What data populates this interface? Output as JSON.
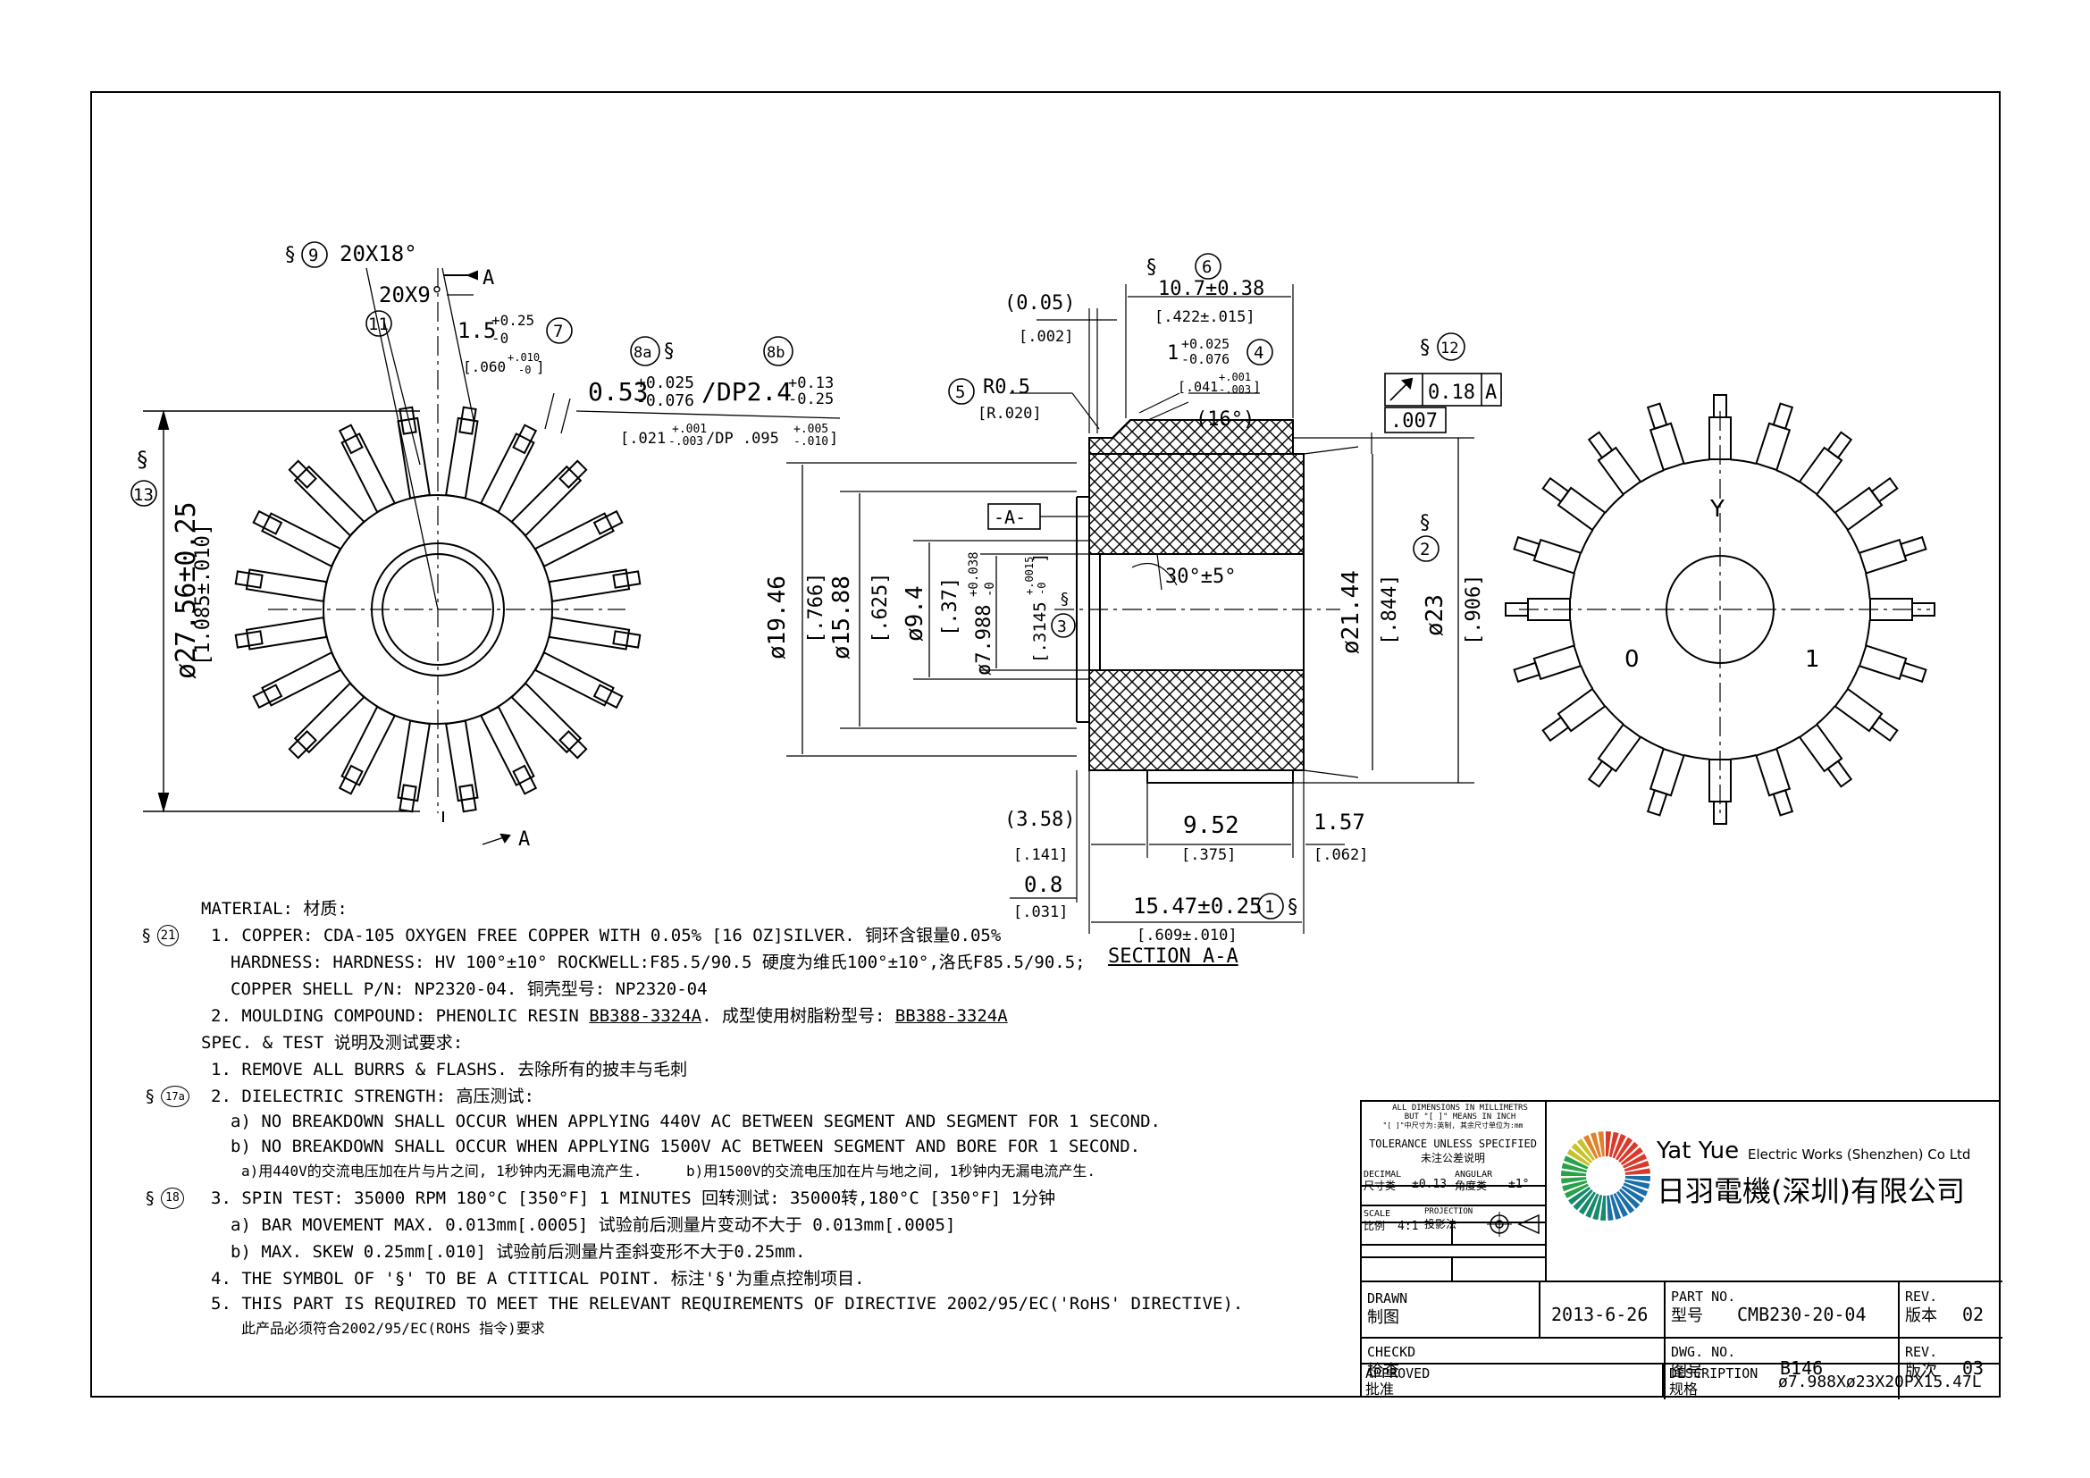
{
  "views": {
    "left": {
      "dia": "ø27.56±0.25",
      "dia_in": "[1.085±.010]",
      "sec13": "§",
      "c13": "13",
      "sec9": "§",
      "c9": "9",
      "c9_text": "20X18°",
      "c11": "11",
      "c11_text": "20X9°",
      "c7_val": "1.5",
      "c7_tol_up": "+0.25",
      "c7_tol_dn": "-0",
      "c7_in": "[.060",
      "c7_in_tol": "+.010",
      "c7_in_tol_dn": "-0",
      "c7_in_close": "]",
      "c7": "7",
      "cut_a_top": "A",
      "cut_a_bot": "A",
      "c8a": "8a",
      "c8a_sec": "§",
      "c8b": "8b",
      "slot_val": "0.53",
      "slot_up": "+0.025",
      "slot_dn": "-0.076",
      "slot_dp": "/DP2.4",
      "dp_up": "+0.13",
      "dp_dn": "-0.25",
      "slot_in": "[.021",
      "slot_in_up": "+.001",
      "slot_in_dn": "-.003",
      "slot_in_dp": "/DP  .095",
      "dp_in_up": "+.005",
      "dp_in_dn": "-.010",
      "slot_in_close": "]"
    },
    "section": {
      "title": "SECTION  A-A",
      "c6_sec": "§",
      "c6": "6",
      "len": "10.7±0.38",
      "len_in": "[.422±.015]",
      "gap": "(0.05)",
      "gap_in": "[.002]",
      "c4_val": "1",
      "c4_up": "+0.025",
      "c4_dn": "-0.076",
      "c4": "4",
      "c4_in": "[.041",
      "c4_in_up": "+.001",
      "c4_in_dn": "-.003",
      "c4_in_close": "]",
      "angle16": "(16°)",
      "c5": "5",
      "r05": "R0.5",
      "r05_in": "[R.020]",
      "datum": "-A-",
      "d1946": "ø19.46",
      "d1946_in": "[.766]",
      "d1588": "ø15.88",
      "d1588_in": "[.625]",
      "d94": "ø9.4",
      "d94_in": "[.37]",
      "bore": "ø7.988",
      "bore_up": "+0.038",
      "bore_dn": "-0",
      "bore_in": "[.3145",
      "bore_in_up": "+.0015",
      "bore_in_dn": "-0",
      "bore_in_close": "]",
      "c3": "3",
      "c3_sec": "§",
      "angle30": "30°±5°",
      "d2144": "ø21.44",
      "d2144_in": "[.844]",
      "d23": "ø23",
      "d23_in": "[.906]",
      "c2_sec": "§",
      "c2": "2",
      "c12_sec": "§",
      "c12": "12",
      "runout_tol": "0.18",
      "runout_ref": "A",
      "runout_in": ".007",
      "l358": "(3.58)",
      "l358_in": "[.141]",
      "l952": "9.52",
      "l952_in": "[.375]",
      "l157": "1.57",
      "l157_in": "[.062]",
      "l08": "0.8",
      "l08_in": "[.031]",
      "l1547": "15.47±0.25",
      "c1": "1",
      "c1_sec": "§",
      "l1547_in": "[.609±.010]"
    },
    "right": {
      "y": "Y",
      "zero": "0",
      "one": "1"
    }
  },
  "notes": {
    "l0": "MATERIAL: 材质:",
    "c21_sec": "§",
    "c21": "21",
    "l1": "1. COPPER: CDA-105 OXYGEN FREE COPPER WITH 0.05% [16 OZ]SILVER. 铜环含银量0.05%",
    "l2": "HARDNESS:  HARDNESS: HV 100°±10° ROCKWELL:F85.5/90.5  硬度为维氏100°±10°,洛氏F85.5/90.5;",
    "l3": "COPPER SHELL P/N: NP2320-04. 铜壳型号: NP2320-04",
    "l4a": "2. MOULDING COMPOUND: PHENOLIC RESIN ",
    "l4b": "BB388-3324A",
    "l4c": ". 成型使用树脂粉型号: ",
    "l4d": "BB388-3324A",
    "l5": "SPEC. & TEST  说明及测试要求:",
    "l6": "1. REMOVE ALL BURRS & FLASHS. 去除所有的披丰与毛刺",
    "c17a_sec": "§",
    "c17a": "17a",
    "l7": "2. DIELECTRIC STRENGTH: 高压测试:",
    "l8": "a) NO BREAKDOWN SHALL OCCUR WHEN APPLYING 440V AC BETWEEN SEGMENT AND SEGMENT FOR 1 SECOND.",
    "l9": "b) NO BREAKDOWN SHALL OCCUR WHEN APPLYING 1500V AC BETWEEN SEGMENT AND BORE FOR 1 SECOND.",
    "l10a": "a)用440V的交流电压加在片与片之间, 1秒钟内无漏电流产生.",
    "l10b": "b)用1500V的交流电压加在片与地之间, 1秒钟内无漏电流产生.",
    "c18_sec": "§",
    "c18": "18",
    "l11": "3. SPIN TEST: 35000 RPM 180°C [350°F] 1 MINUTES  回转测试: 35000转,180°C [350°F] 1分钟",
    "l12": "a) BAR MOVEMENT MAX. 0.013mm[.0005]  试验前后测量片变动不大于 0.013mm[.0005]",
    "l13": "b) MAX. SKEW 0.25mm[.010]  试验前后测量片歪斜变形不大于0.25mm.",
    "l14": "4. THE SYMBOL OF '§' TO BE A CTITICAL POINT. 标注'§'为重点控制项目.",
    "l15": "5. THIS PART IS REQUIRED TO MEET THE RELEVANT REQUIREMENTS OF DIRECTIVE 2002/95/EC('RoHS' DIRECTIVE).",
    "l16": "此产品必须符合2002/95/EC(ROHS 指令)要求"
  },
  "title_block": {
    "dim1": "ALL DIMENSIONS IN MILLIMETRS",
    "dim2": "BUT \"[ ]\" MEANS IN INCH",
    "dim3": "\"[ ]\"中尺寸为:英制, 其余尺寸单位为:mm",
    "tol1": "TOLERANCE UNLESS SPECIFIED",
    "tol2": "未注公差说明",
    "dec_lbl": "DECIMAL",
    "dec_cn": "尺寸类",
    "dec_val": "±0.13",
    "ang_lbl": "ANGULAR",
    "ang_cn": "角度类",
    "ang_val": "±1°",
    "scale_lbl": "SCALE",
    "scale_cn": "比例",
    "scale_val": "4:1",
    "proj_lbl": "PROJECTION",
    "proj_cn": "投影法",
    "company_en1": "Yat Yue",
    "company_en2": "Electric Works (Shenzhen) Co Ltd",
    "company_cn": "日羽電機(深圳)有限公司",
    "drawn_lbl": "DRAWN",
    "drawn_cn": "制图",
    "date": "2013-6-26",
    "part_lbl": "PART NO.",
    "part_cn": "型号",
    "part_no": "CMB230-20-04",
    "rev_lbl": "REV.",
    "rev_cn": "版本",
    "rev": "02",
    "checkd_lbl": "CHECKD",
    "checkd_cn": "检查",
    "dwg_lbl": "DWG. NO.",
    "dwg_cn": "图号",
    "dwg_no": "B146",
    "rev2_lbl": "REV.",
    "rev2_cn": "版次",
    "rev2": "03",
    "approved_lbl": "APPROVED",
    "approved_cn": "批准",
    "desc_lbl": "DESCRIPTION",
    "desc_cn": "规格",
    "desc": "ø7.988Xø23X20PX15.47L"
  }
}
